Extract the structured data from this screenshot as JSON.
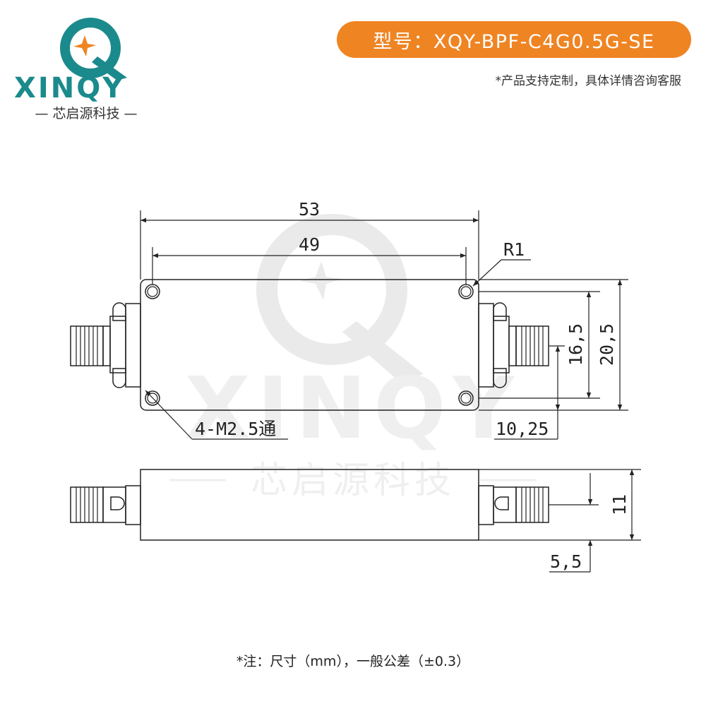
{
  "brand": {
    "logo_word": "XINQY",
    "logo_cn": "— 芯启源科技 —",
    "watermark_cn": "芯启源科技"
  },
  "header": {
    "model": "型号：XQY-BPF-C4G0.5G-SE",
    "note": "*产品支持定制，具体详情咨询客服"
  },
  "drawing": {
    "top_view": {
      "dim_overall_length": "53",
      "dim_hole_spacing": "49",
      "dim_corner_radius": "R1",
      "dim_hole_spacing_vertical": "16,5",
      "dim_overall_width": "20,5",
      "dim_connector_offset": "10,25",
      "mounting_holes": "4-M2.5通"
    },
    "side_view": {
      "dim_height": "11",
      "dim_connector_height": "5,5"
    }
  },
  "footer": {
    "note": "*注：尺寸（mm），一般公差（±0.3）"
  },
  "colors": {
    "accent": "#ef8423",
    "brand_teal": "#1b8a8c",
    "watermark": "#e6e6e6"
  }
}
